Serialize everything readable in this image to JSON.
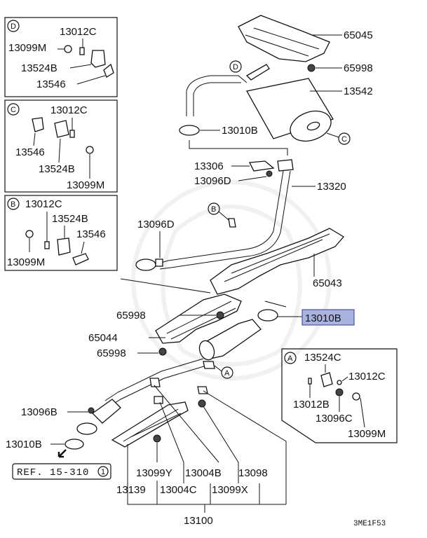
{
  "insets": {
    "D": {
      "letter": "D",
      "p1": "13012C",
      "p2": "13099M",
      "p3": "13524B",
      "p4": "13546"
    },
    "C": {
      "letter": "C",
      "p1": "13012C",
      "p2": "13546",
      "p3": "13524B",
      "p4": "13099M"
    },
    "B": {
      "letter": "B",
      "p1": "13012C",
      "p2": "13524B",
      "p3": "13546",
      "p4": "13099M"
    },
    "A": {
      "letter": "A",
      "p1": "13524C",
      "p2": "13012C",
      "p3": "13012B",
      "p4": "13096C",
      "p5": "13099M"
    }
  },
  "parts": {
    "p65045": "65045",
    "p65998a": "65998",
    "p13542": "13542",
    "p13010b_top": "13010B",
    "p13306": "13306",
    "p13096d_top": "13096D",
    "p13320": "13320",
    "p13096d_mid": "13096D",
    "p65043": "65043",
    "p65998b": "65998",
    "p13010b_hl": "13010B",
    "p65044": "65044",
    "p65998c": "65998",
    "p13096b": "13096B",
    "p13010b_bot": "13010B",
    "p13099y": "13099Y",
    "p13004b": "13004B",
    "p13098": "13098",
    "p13139": "13139",
    "p13004c": "13004C",
    "p13099x": "13099X",
    "p13100": "13100"
  },
  "callouts": {
    "D_muffler": "D",
    "C_muffler": "C",
    "B_pipe": "B",
    "A_pipe": "A"
  },
  "ref": {
    "text": "REF. 15-310",
    "num": "1"
  },
  "code": "3ME1F53",
  "colors": {
    "highlight_fill": "#aab3e0",
    "highlight_border": "#2a3f9e",
    "line": "#111111"
  }
}
